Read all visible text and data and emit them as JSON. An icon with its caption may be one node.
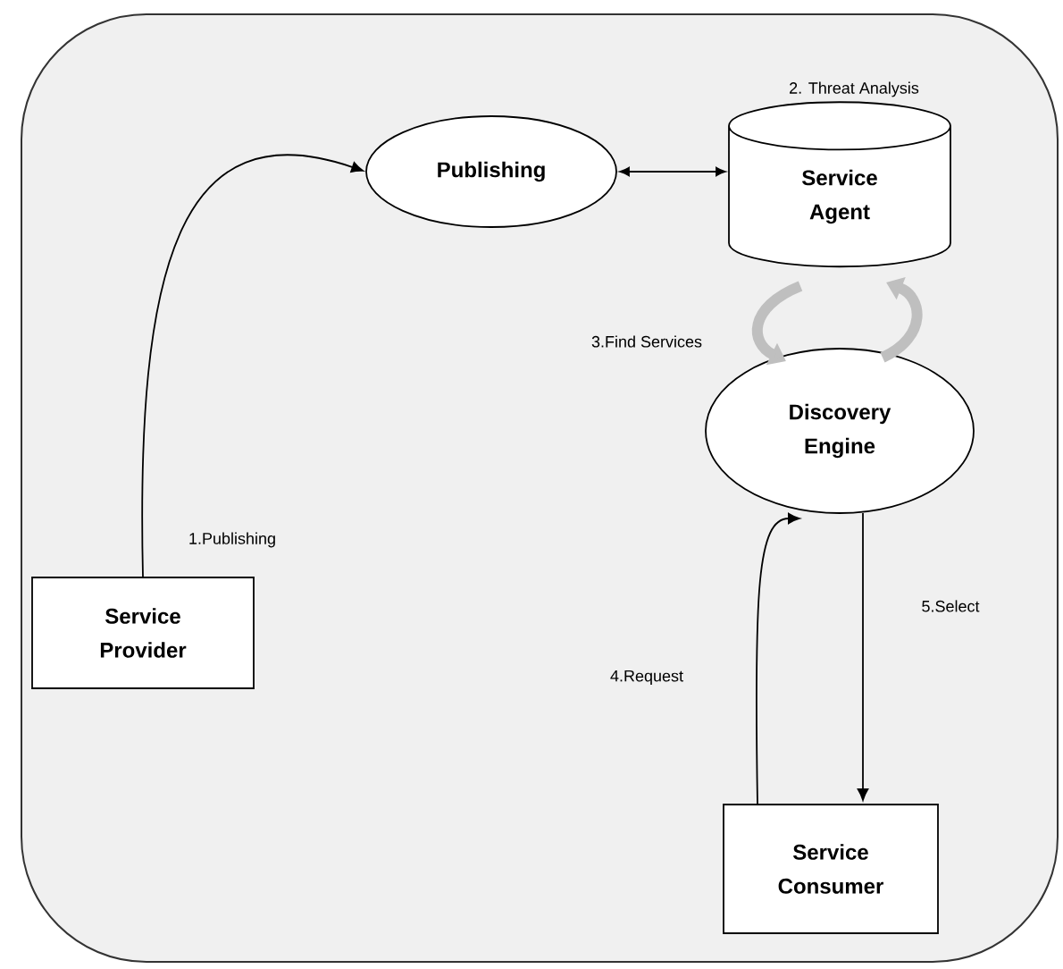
{
  "diagram": {
    "nodes": [
      {
        "text": [],
        "shape": "box"
      },
      {
        "text": [
          "Publishing"
        ],
        "in": 0
      },
      {
        "text": [
          "Service Agent"
        ],
        "beside": [
          "2. Threat Analysis"
        ],
        "in": 0
      },
      {
        "text": [
          "Discovery Engine"
        ],
        "in": 0
      },
      {
        "text": [
          "Service Provider"
        ],
        "in": 0
      },
      {
        "text": [
          "Service Consumer"
        ],
        "in": 0
      }
    ],
    "edges": [
      {
        "from": 4,
        "to": 1,
        "arrow": "to",
        "label": "1.Publishing"
      },
      {
        "from": 1,
        "to": 2,
        "arrow": "both"
      },
      {
        "from": 2,
        "to": 3,
        "arrow": "to",
        "label": "3.Find Services",
        "style": "thick",
        "color": "#bfbfbf"
      },
      {
        "from": 3,
        "to": 2,
        "arrow": "to",
        "style": "thick",
        "color": "#bfbfbf"
      },
      {
        "from": 5,
        "to": 3,
        "arrow": "to",
        "label": "4.Request"
      },
      {
        "from": 3,
        "to": 5,
        "arrow": "to",
        "label": "5.Select"
      }
    ]
  }
}
